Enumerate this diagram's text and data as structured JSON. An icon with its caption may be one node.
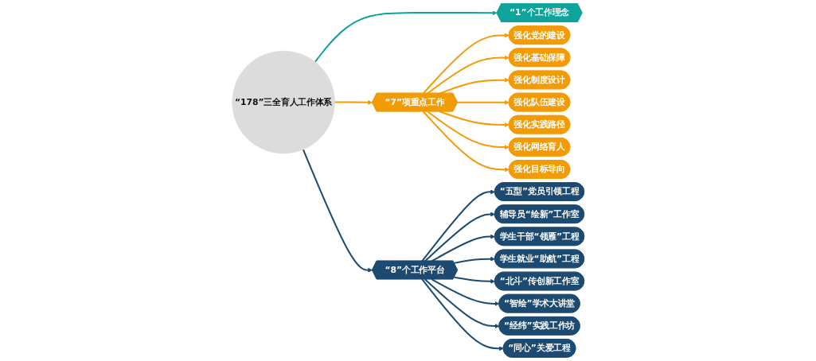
{
  "diagram": {
    "nodes": [
      {
        "text": [
          "“178”三全育人工作体系"
        ]
      },
      {
        "text": [
          "“1”个工作理念"
        ]
      },
      {
        "text": [
          "“7”项重点工作"
        ]
      },
      {
        "text": [
          "“8”个工作平台"
        ]
      },
      {
        "text": [
          "强化党的建设"
        ]
      },
      {
        "text": [
          "强化基础保障"
        ]
      },
      {
        "text": [
          "强化制度设计"
        ]
      },
      {
        "text": [
          "强化队伍建设"
        ]
      },
      {
        "text": [
          "强化实践路径"
        ]
      },
      {
        "text": [
          "强化网络育人"
        ]
      },
      {
        "text": [
          "强化目标导向"
        ]
      },
      {
        "text": [
          "“五型”党员引领工程"
        ]
      },
      {
        "text": [
          "辅导员“绘新”工作室"
        ]
      },
      {
        "text": [
          "学生干部“领雁”工程"
        ]
      },
      {
        "text": [
          "学生就业“助航”工程"
        ]
      },
      {
        "text": [
          "“北斗”传创新工作室"
        ]
      },
      {
        "text": [
          "“智绘”学术大讲堂"
        ]
      },
      {
        "text": [
          "“经纬”实践工作坊"
        ]
      },
      {
        "text": [
          "“同心”关爱工程"
        ]
      }
    ],
    "edges": [
      {
        "from": 0,
        "to": 1,
        "arrow": "to",
        "color": "#0ea39b"
      },
      {
        "from": 0,
        "to": 2,
        "arrow": "to",
        "color": "#f29b05"
      },
      {
        "from": 0,
        "to": 3,
        "arrow": "to"
      },
      {
        "from": 2,
        "to": 4,
        "arrow": "to",
        "color": "#f29b05"
      },
      {
        "from": 2,
        "to": 5,
        "arrow": "to",
        "color": "#f29b05"
      },
      {
        "from": 2,
        "to": 6,
        "arrow": "to",
        "color": "#f29b05"
      },
      {
        "from": 2,
        "to": 7,
        "arrow": "to",
        "color": "#f29b05"
      },
      {
        "from": 2,
        "to": 8,
        "arrow": "to",
        "color": "#f29b05"
      },
      {
        "from": 2,
        "to": 9,
        "arrow": "to",
        "color": "#f29b05"
      },
      {
        "from": 2,
        "to": 10,
        "arrow": "to",
        "color": "#f29b05"
      },
      {
        "from": 3,
        "to": 11,
        "arrow": "to"
      },
      {
        "from": 3,
        "to": 12,
        "arrow": "to"
      },
      {
        "from": 3,
        "to": 13,
        "arrow": "to"
      },
      {
        "from": 3,
        "to": 14,
        "arrow": "to"
      },
      {
        "from": 3,
        "to": 15,
        "arrow": "to"
      },
      {
        "from": 3,
        "to": 16,
        "arrow": "to"
      },
      {
        "from": 3,
        "to": 17,
        "arrow": "to"
      },
      {
        "from": 3,
        "to": 18,
        "arrow": "to"
      }
    ]
  }
}
